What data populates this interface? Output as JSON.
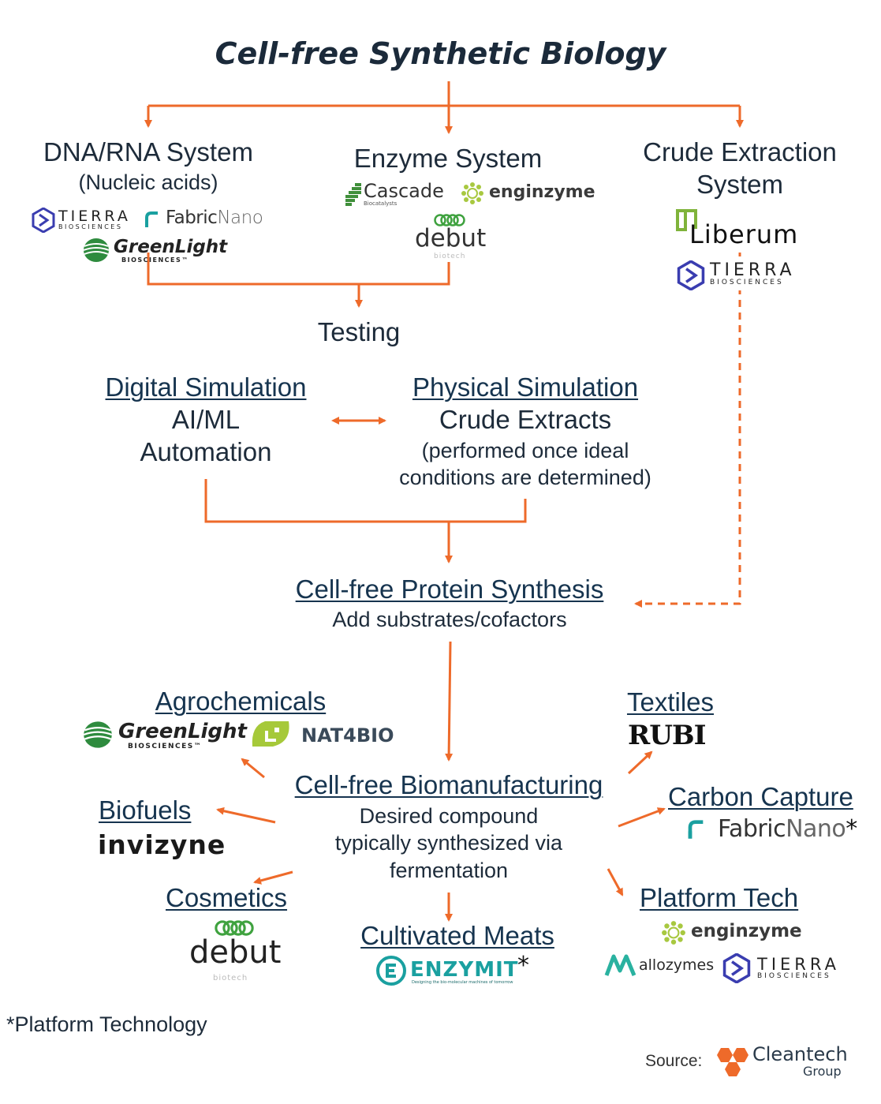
{
  "title": "Cell-free Synthetic Biology",
  "colors": {
    "arrow": "#ee6a2a",
    "text": "#1d2b3a",
    "tierra": "#3a3db0",
    "greenlight": "#2e8b3e",
    "fabricnano": "#1aa0a0",
    "cleantech": "#ee6a2a"
  },
  "systems": {
    "dna": {
      "title": "DNA/RNA System",
      "subtitle": "(Nucleic acids)"
    },
    "enzyme": {
      "title": "Enzyme System"
    },
    "crude": {
      "title_line1": "Crude Extraction",
      "title_line2": "System"
    }
  },
  "testing": "Testing",
  "digital": {
    "title": "Digital Simulation",
    "line2": "AI/ML",
    "line3": "Automation"
  },
  "physical": {
    "title": "Physical Simulation",
    "line2": "Crude Extracts",
    "line3": "(performed once ideal",
    "line4": "conditions are determined)"
  },
  "protein": {
    "title": "Cell-free Protein Synthesis",
    "subtitle": "Add substrates/cofactors"
  },
  "biomanufacturing": {
    "title": "Cell-free Biomanufacturing",
    "line2": "Desired compound",
    "line3": "typically synthesized via",
    "line4": "fermentation"
  },
  "applications": {
    "agrochemicals": "Agrochemicals",
    "textiles": "Textiles",
    "biofuels": "Biofuels",
    "carbon_capture": "Carbon Capture",
    "cosmetics": "Cosmetics",
    "cultivated_meats": "Cultivated Meats",
    "platform_tech": "Platform Tech"
  },
  "logos": {
    "tierra": "TIERRA",
    "tierra_sub": "BIOSCIENCES",
    "fabric": "Fabric",
    "nano": "Nano",
    "greenlight": "GreenLight",
    "greenlight_sub": "BIOSCIENCES™",
    "cascade": "Cascade",
    "cascade_sub": "Biocatalysts",
    "enginzyme": "enginzyme",
    "debut": "debut",
    "debut_sub": "biotech",
    "liberum": "Liberum",
    "nat4bio": "NAT4BIO",
    "rubi": "RUBI",
    "invizyne": "invizyne",
    "enzymit": "ENZYMIT",
    "enzymit_sub": "Designing the bio-molecular machines of tomorrow",
    "allozymes": "allozymes",
    "star": "*",
    "cleantech": "Cleantech",
    "cleantech_sub": "Group"
  },
  "footnote": "*Platform Technology",
  "source_label": "Source:"
}
